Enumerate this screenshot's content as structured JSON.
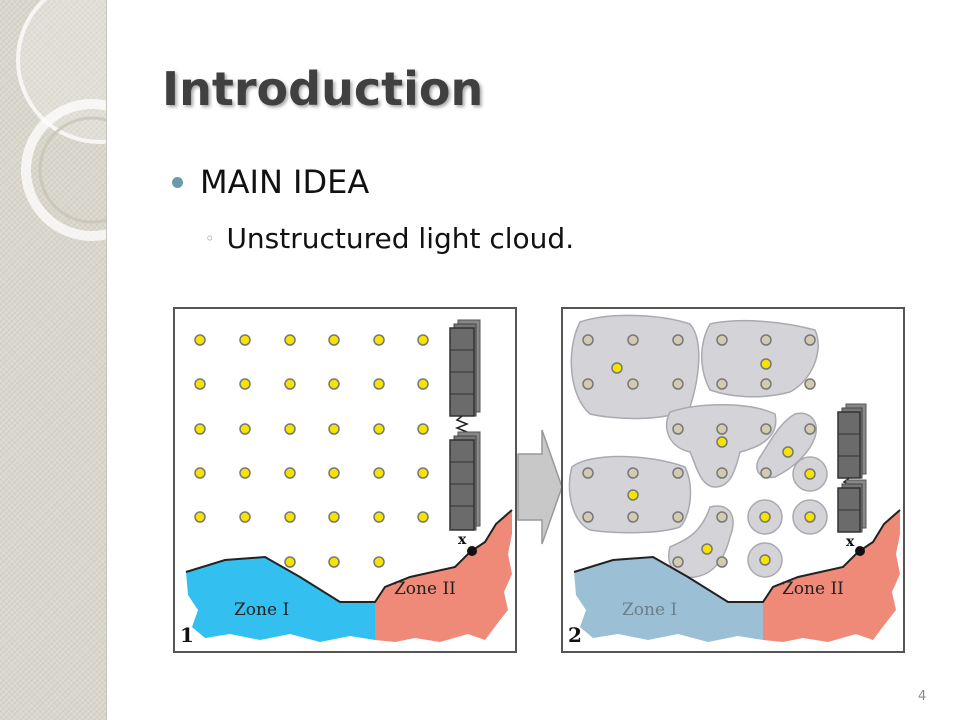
{
  "slide": {
    "title": "Introduction",
    "bullet_main": "MAIN IDEA",
    "bullet_sub": "Unstructured light cloud.",
    "page_number": "4"
  },
  "figure": {
    "panel1": {
      "number": "1",
      "zone1_label": "Zone I",
      "zone2_label": "Zone II",
      "x_label": "x"
    },
    "panel2": {
      "number": "2",
      "zone1_label": "Zone I",
      "zone2_label": "Zone II",
      "x_label": "x"
    }
  },
  "colors": {
    "accent": "#6a9aab",
    "point_yellow": "#f5e400",
    "point_tan": "#d2cbb0",
    "zone1_blue": "#33c0f0",
    "zone1_faded": "#9bbfd4",
    "zone2_red": "#f08a78",
    "cluster_gray": "#d4d4d8",
    "sidebar": "#d9d6cc"
  }
}
